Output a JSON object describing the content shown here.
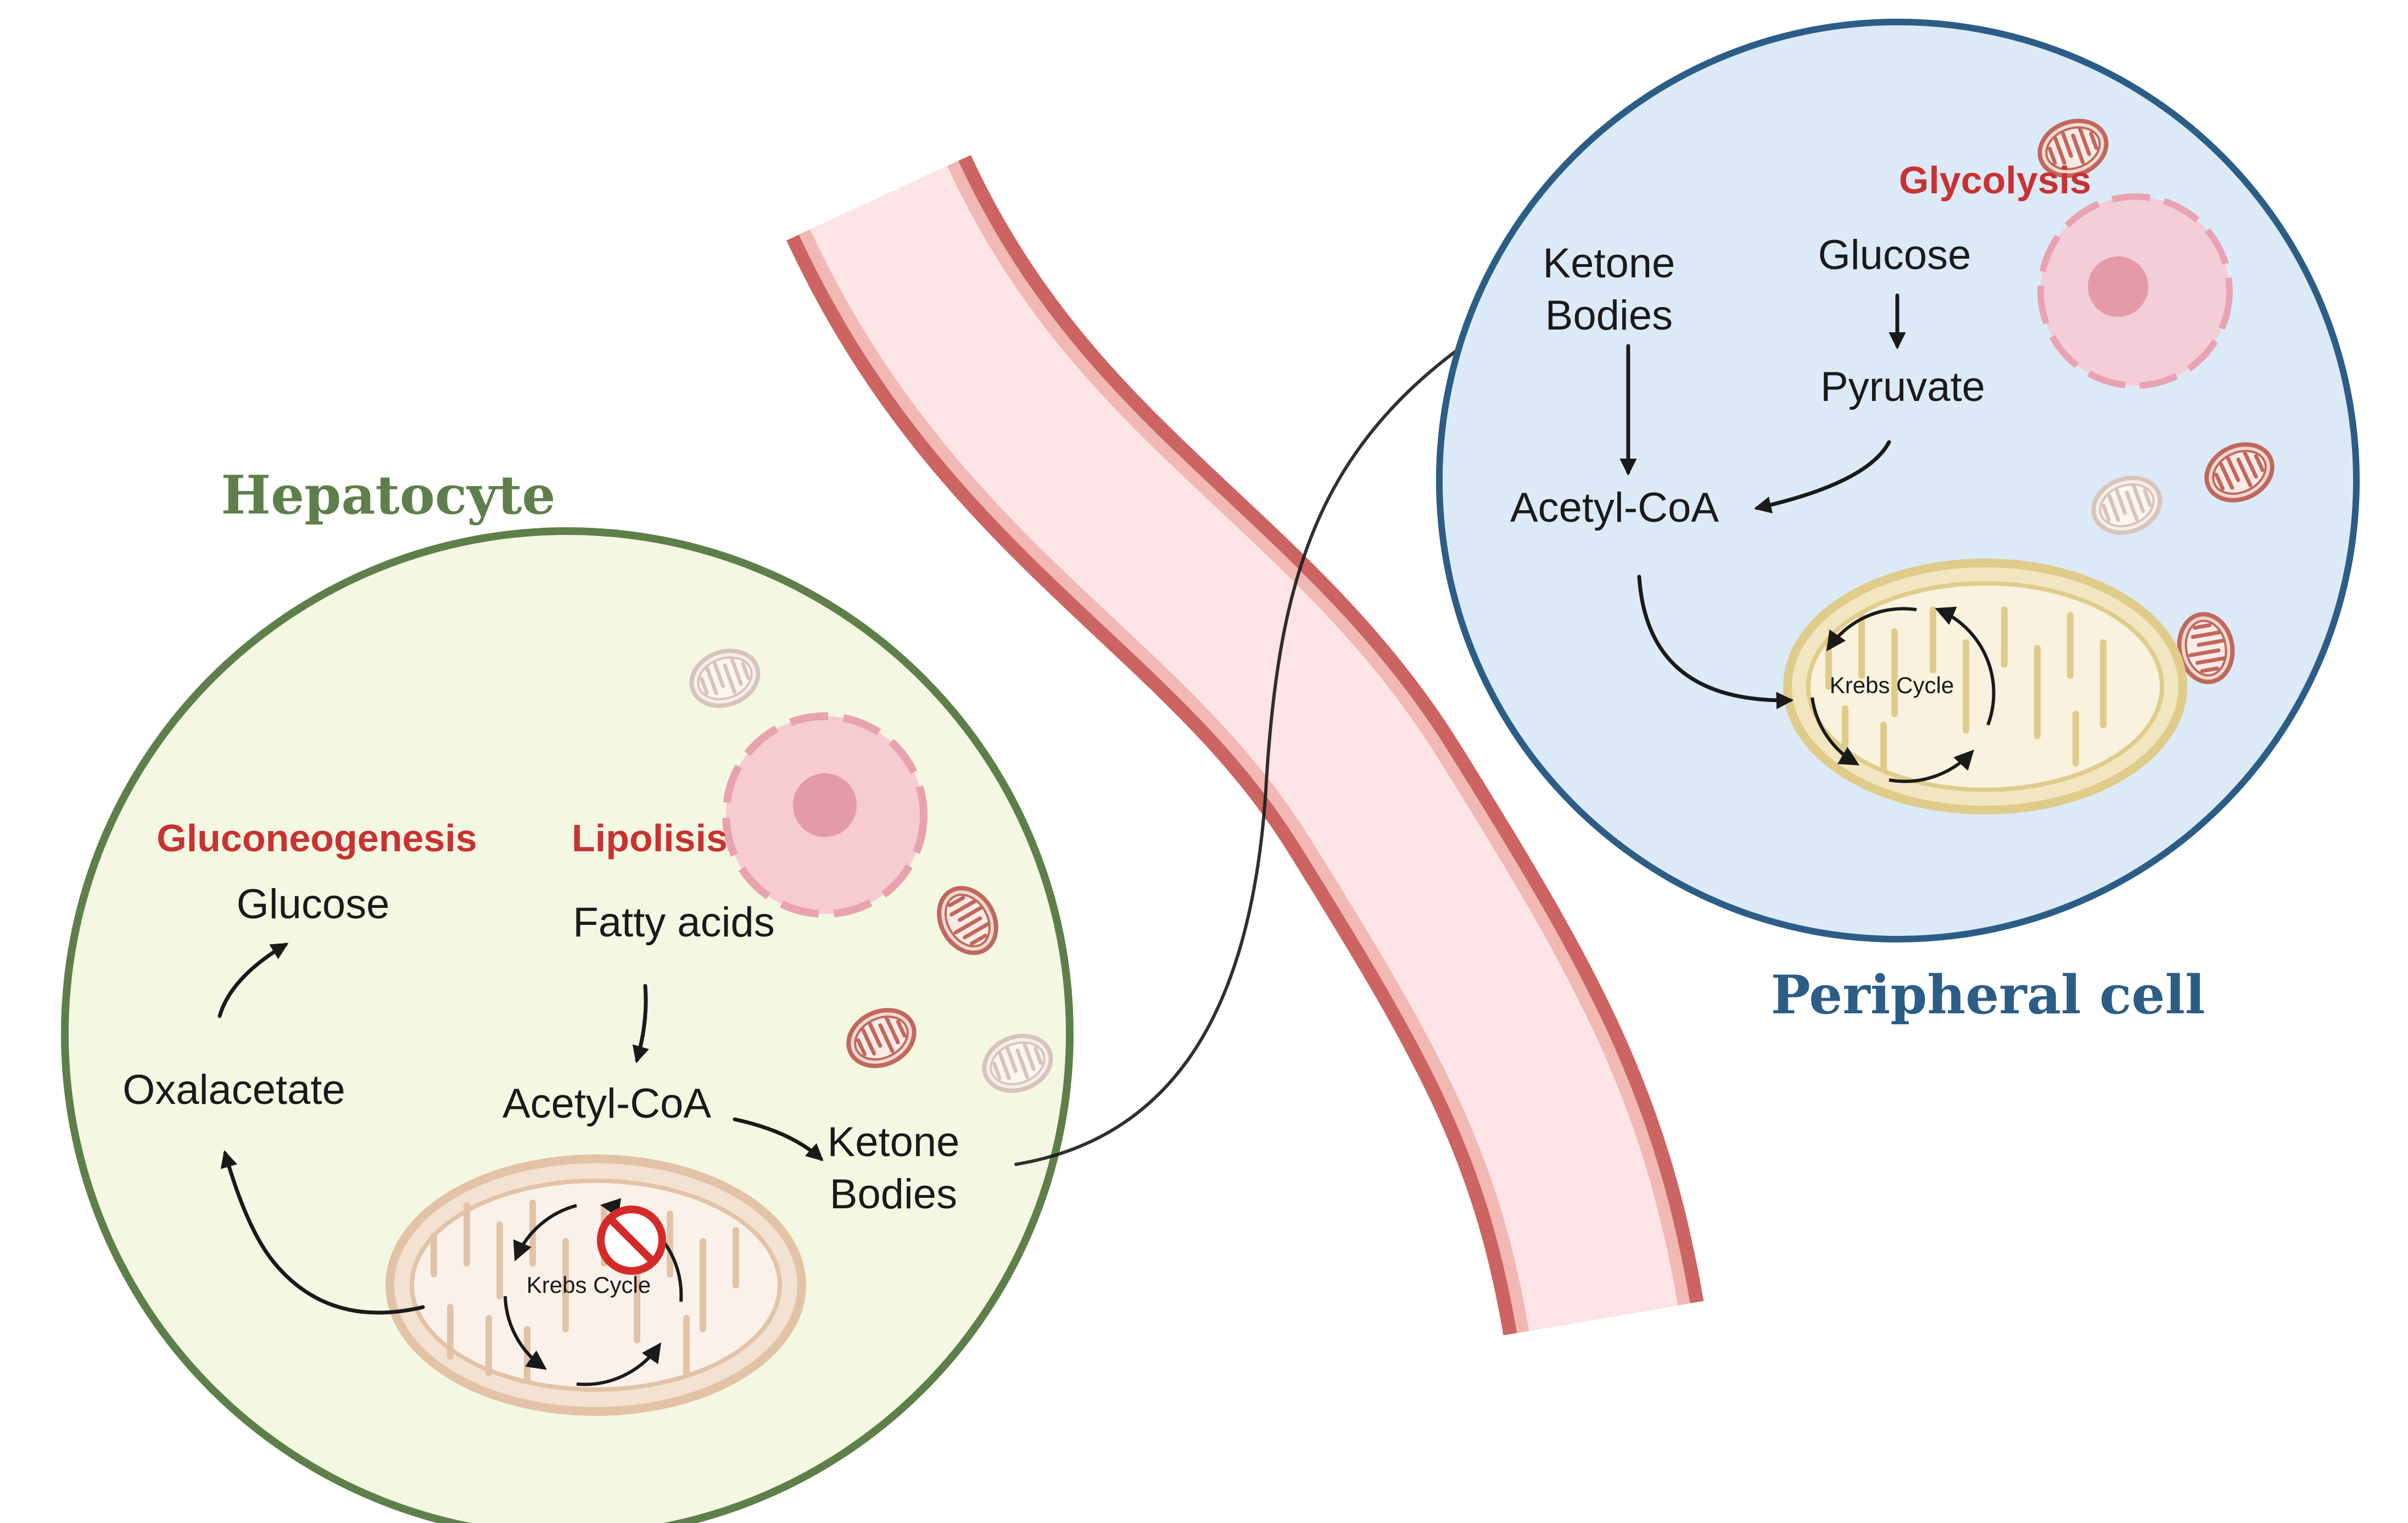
{
  "labels": {
    "hepatocyte": "Hepatocyte",
    "peripheral_cell": "Peripheral cell"
  },
  "hepatocyte": {
    "gluconeogenesis": "Gluconeogenesis",
    "lipolisis": "Lipolisis",
    "glucose": "Glucose",
    "fatty_acids": "Fatty acids",
    "oxalacetate": "Oxalacetate",
    "acetyl_coa": "Acetyl-CoA",
    "ketone_line1": "Ketone",
    "ketone_line2": "Bodies",
    "krebs": "Krebs Cycle"
  },
  "peripheral": {
    "glycolysis": "Glycolysis",
    "glucose": "Glucose",
    "pyruvate": "Pyruvate",
    "ketone_line1": "Ketone",
    "ketone_line2": "Bodies",
    "acetyl_coa": "Acetyl-CoA",
    "krebs": "Krebs Cycle"
  },
  "colors": {
    "hepatocyte_border": "#5e7f4a",
    "hepatocyte_fill": "#f4f8e3",
    "peripheral_border": "#2c5d86",
    "peripheral_fill": "#dceaf7",
    "process_red": "#c83232",
    "vessel_outer": "#cc6464",
    "vessel_inner": "#fde5e7",
    "label_green": "#5e7f4a",
    "label_blue": "#2c5d86"
  },
  "icons": {
    "blocked": "prohibited-icon",
    "mitochondrion": "mitochondrion-icon",
    "nucleus": "nucleus-icon"
  }
}
